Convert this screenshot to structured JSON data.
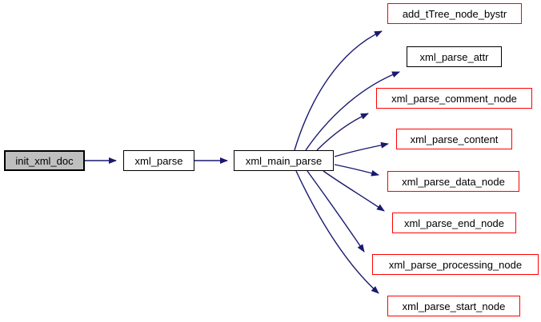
{
  "graph": {
    "type": "call-graph",
    "edge_color": "#191970",
    "node_fill": "#ffffff",
    "current_node_fill": "#bfbfbf",
    "normal_border_color": "#000000",
    "red_border_color": "#ff0000",
    "nodes": [
      {
        "id": "init_xml_doc",
        "label": "init_xml_doc",
        "kind": "current"
      },
      {
        "id": "xml_parse",
        "label": "xml_parse",
        "kind": "normal"
      },
      {
        "id": "xml_main_parse",
        "label": "xml_main_parse",
        "kind": "normal"
      },
      {
        "id": "add_tTree_node_bystr",
        "label": "add_tTree_node_bystr",
        "kind": "red"
      },
      {
        "id": "xml_parse_attr",
        "label": "xml_parse_attr",
        "kind": "normal"
      },
      {
        "id": "xml_parse_comment_node",
        "label": "xml_parse_comment_node",
        "kind": "red"
      },
      {
        "id": "xml_parse_content",
        "label": "xml_parse_content",
        "kind": "red"
      },
      {
        "id": "xml_parse_data_node",
        "label": "xml_parse_data_node",
        "kind": "red"
      },
      {
        "id": "xml_parse_end_node",
        "label": "xml_parse_end_node",
        "kind": "red"
      },
      {
        "id": "xml_parse_processing_node",
        "label": "xml_parse_processing_node",
        "kind": "red"
      },
      {
        "id": "xml_parse_start_node",
        "label": "xml_parse_start_node",
        "kind": "red"
      }
    ],
    "edges": [
      {
        "from": "init_xml_doc",
        "to": "xml_parse"
      },
      {
        "from": "xml_parse",
        "to": "xml_main_parse"
      },
      {
        "from": "xml_main_parse",
        "to": "add_tTree_node_bystr"
      },
      {
        "from": "xml_main_parse",
        "to": "xml_parse_attr"
      },
      {
        "from": "xml_main_parse",
        "to": "xml_parse_comment_node"
      },
      {
        "from": "xml_main_parse",
        "to": "xml_parse_content"
      },
      {
        "from": "xml_main_parse",
        "to": "xml_parse_data_node"
      },
      {
        "from": "xml_main_parse",
        "to": "xml_parse_end_node"
      },
      {
        "from": "xml_main_parse",
        "to": "xml_parse_processing_node"
      },
      {
        "from": "xml_main_parse",
        "to": "xml_parse_start_node"
      }
    ]
  }
}
